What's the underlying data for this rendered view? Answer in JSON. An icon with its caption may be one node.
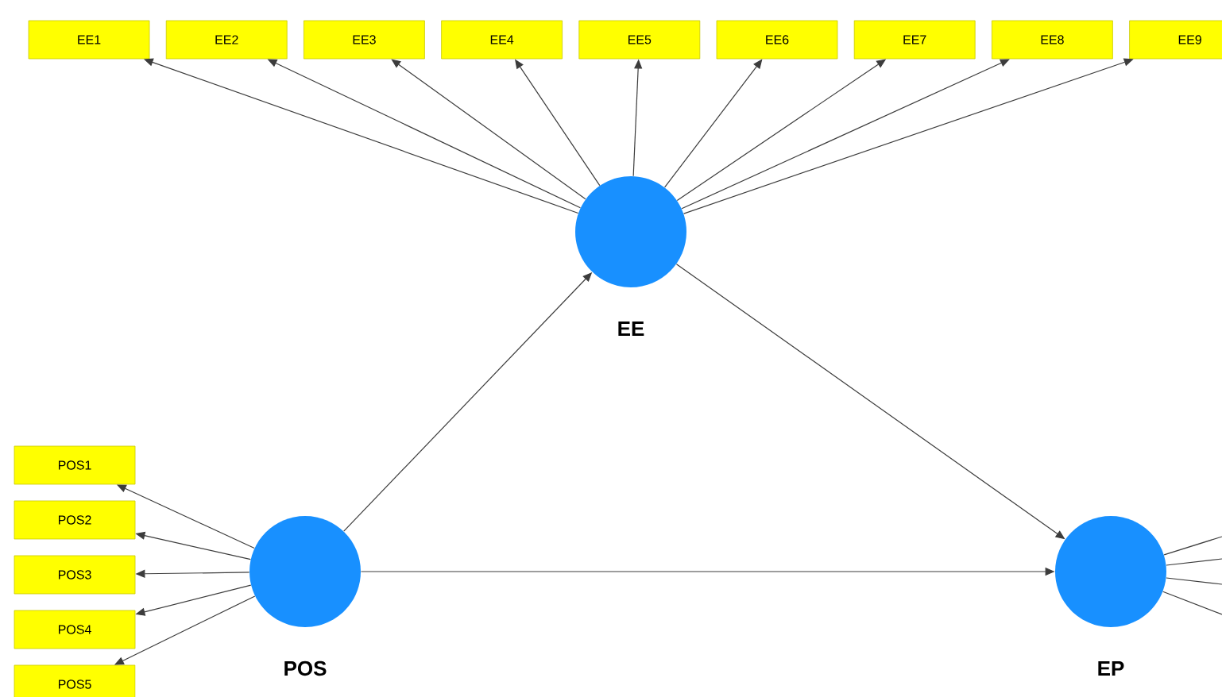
{
  "diagram": {
    "nodes": [
      {
        "text": [
          "EE1"
        ]
      },
      {
        "text": [
          "EE2"
        ]
      },
      {
        "text": [
          "EE3"
        ]
      },
      {
        "text": [
          "EE4"
        ]
      },
      {
        "text": [
          "EE5"
        ]
      },
      {
        "text": [
          "EE6"
        ]
      },
      {
        "text": [
          "EE7"
        ]
      },
      {
        "text": [
          "EE8"
        ]
      },
      {
        "text": [
          "EE9"
        ]
      },
      {
        "text": [
          "EE"
        ]
      },
      {
        "text": [
          "POS1"
        ]
      },
      {
        "text": [
          "POS2"
        ]
      },
      {
        "text": [
          "POS3"
        ]
      },
      {
        "text": [
          "POS4"
        ]
      },
      {
        "text": [
          "POS5"
        ]
      },
      {
        "text": [
          "POS"
        ]
      },
      {
        "text": [
          "EP"
        ]
      }
    ],
    "edges": [
      {
        "from": 9,
        "to": 0,
        "arrow": "to"
      },
      {
        "from": 9,
        "to": 1,
        "arrow": "to"
      },
      {
        "from": 9,
        "to": 2,
        "arrow": "to"
      },
      {
        "from": 9,
        "to": 3,
        "arrow": "to"
      },
      {
        "from": 9,
        "to": 4,
        "arrow": "to"
      },
      {
        "from": 9,
        "to": 5,
        "arrow": "to"
      },
      {
        "from": 9,
        "to": 6,
        "arrow": "to"
      },
      {
        "from": 9,
        "to": 7,
        "arrow": "to"
      },
      {
        "from": 9,
        "to": 8,
        "arrow": "to"
      },
      {
        "from": 15,
        "to": 10,
        "arrow": "to"
      },
      {
        "from": 15,
        "to": 11,
        "arrow": "to"
      },
      {
        "from": 15,
        "to": 12,
        "arrow": "to"
      },
      {
        "from": 15,
        "to": 13,
        "arrow": "to"
      },
      {
        "from": 15,
        "to": 14,
        "arrow": "to"
      },
      {
        "from": 15,
        "to": 9,
        "arrow": "to"
      },
      {
        "from": 9,
        "to": 16,
        "arrow": "to"
      },
      {
        "from": 15,
        "to": 16,
        "arrow": "to"
      },
      {
        "from": 16,
        "to": null,
        "arrow": "none"
      },
      {
        "from": 16,
        "to": null,
        "arrow": "none"
      },
      {
        "from": 16,
        "to": null,
        "arrow": "none"
      },
      {
        "from": 16,
        "to": null,
        "arrow": "none"
      }
    ]
  }
}
